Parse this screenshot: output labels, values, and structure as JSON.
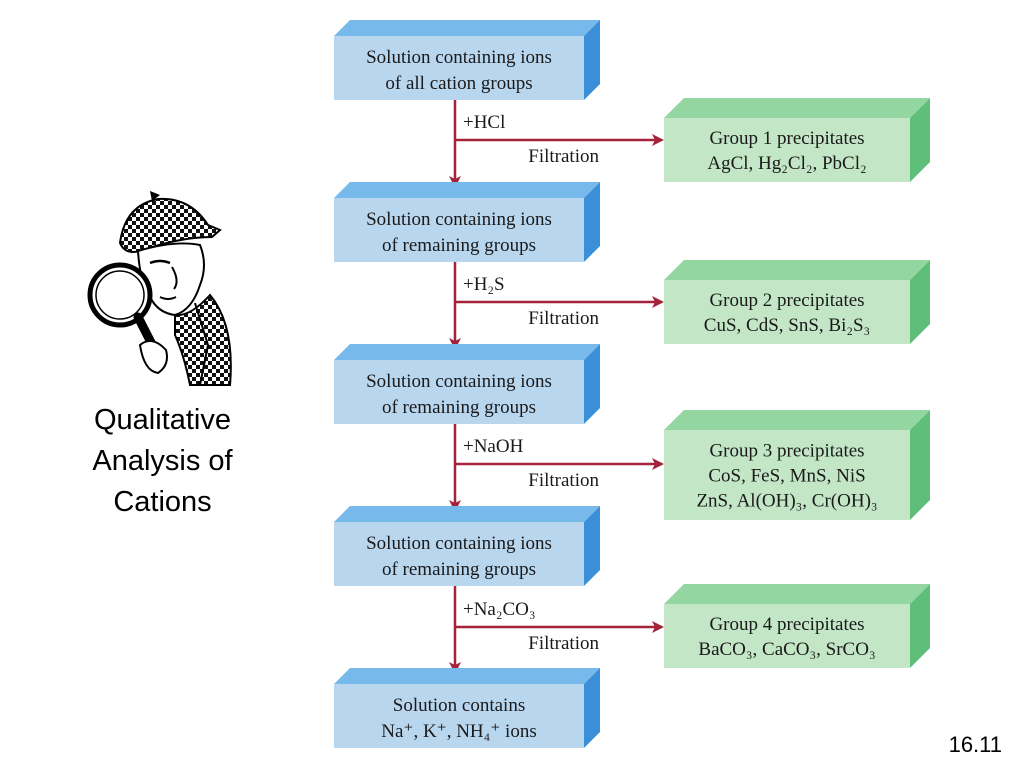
{
  "title_lines": [
    "Qualitative",
    "Analysis of",
    "Cations"
  ],
  "slide_number": "16.11",
  "colors": {
    "solution_face": "#b9d6ef",
    "solution_side": "#3b8fd9",
    "solution_top": "#78b9ec",
    "precip_face": "#c3e6c6",
    "precip_side": "#5fbf7a",
    "precip_top": "#93d6a2",
    "arrow": "#a3233a"
  },
  "solutions": [
    {
      "line1": "Solution containing ions",
      "line2": "of all cation groups"
    },
    {
      "line1": "Solution containing ions",
      "line2": "of remaining groups"
    },
    {
      "line1": "Solution containing ions",
      "line2": "of remaining groups"
    },
    {
      "line1": "Solution containing ions",
      "line2": "of remaining groups"
    },
    {
      "line1": "Solution contains",
      "line2": "Na⁺, K⁺, NH₄⁺ ions"
    }
  ],
  "steps": [
    {
      "reagent": "+HCl",
      "filtration": "Filtration"
    },
    {
      "reagent": "+H₂S",
      "filtration": "Filtration"
    },
    {
      "reagent": "+NaOH",
      "filtration": "Filtration"
    },
    {
      "reagent": "+Na₂CO₃",
      "filtration": "Filtration"
    }
  ],
  "precipitates": [
    {
      "title": "Group 1 precipitates",
      "line2": "AgCl, Hg₂Cl₂, PbCl₂",
      "line3": ""
    },
    {
      "title": "Group 2 precipitates",
      "line2": "CuS, CdS, SnS, Bi₂S₃",
      "line3": ""
    },
    {
      "title": "Group 3 precipitates",
      "line2": "CoS, FeS, MnS, NiS",
      "line3": "ZnS, Al(OH)₃, Cr(OH)₃"
    },
    {
      "title": "Group 4 precipitates",
      "line2": "BaCO₃, CaCO₃, SrCO₃",
      "line3": ""
    }
  ]
}
